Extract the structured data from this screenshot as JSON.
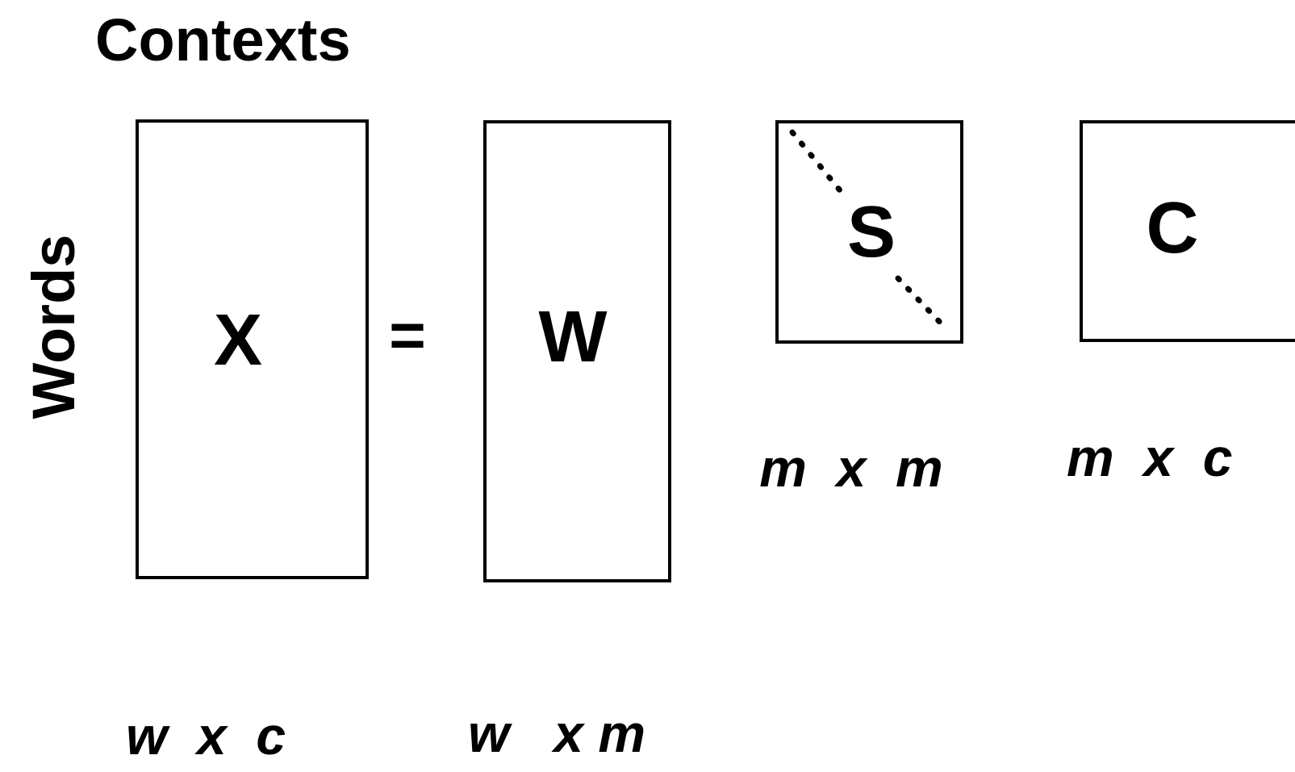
{
  "axis_labels": {
    "columns": "Contexts",
    "rows": "Words"
  },
  "equation": {
    "equals": "="
  },
  "matrices": {
    "x": {
      "label": "X",
      "dims": "w  x  c"
    },
    "w": {
      "label": "W",
      "dims": "w   x m"
    },
    "s": {
      "label": "S",
      "dims": "m  x  m"
    },
    "c": {
      "label": "C",
      "dims": "m  x  c"
    }
  },
  "colors": {
    "ink": "#000000",
    "background": "#ffffff"
  }
}
